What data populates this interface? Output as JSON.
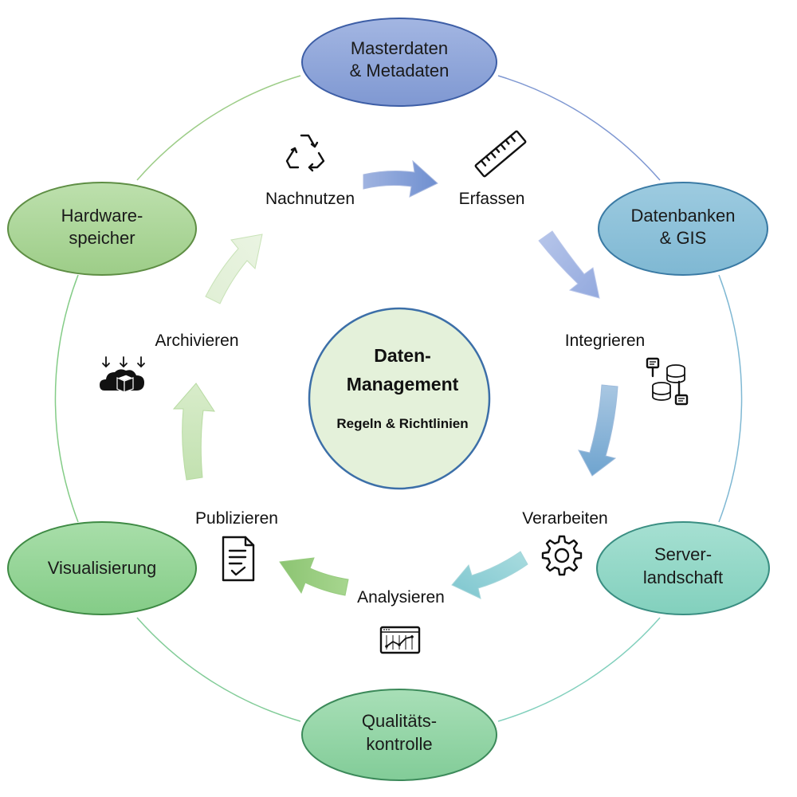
{
  "center": {
    "title_line1": "Daten-",
    "title_line2": "Management",
    "subtitle": "Regeln & Richtlinien"
  },
  "nodes": [
    {
      "id": "masterdaten",
      "line1": "Masterdaten",
      "line2": "& Metadaten"
    },
    {
      "id": "datenbanken",
      "line1": "Datenbanken",
      "line2": "& GIS"
    },
    {
      "id": "server",
      "line1": "Server-",
      "line2": "landschaft"
    },
    {
      "id": "qualitaet",
      "line1": "Qualitäts-",
      "line2": "kontrolle"
    },
    {
      "id": "visualisierung",
      "line1": "Visualisierung",
      "line2": ""
    },
    {
      "id": "hardware",
      "line1": "Hardware-",
      "line2": "speicher"
    }
  ],
  "steps": [
    {
      "id": "nachnutzen",
      "label": "Nachnutzen",
      "icon": "recycle-icon"
    },
    {
      "id": "erfassen",
      "label": "Erfassen",
      "icon": "ruler-icon"
    },
    {
      "id": "integrieren",
      "label": "Integrieren",
      "icon": "database-icon"
    },
    {
      "id": "verarbeiten",
      "label": "Verarbeiten",
      "icon": "gear-icon"
    },
    {
      "id": "analysieren",
      "label": "Analysieren",
      "icon": "chart-icon"
    },
    {
      "id": "publizieren",
      "label": "Publizieren",
      "icon": "document-check-icon"
    },
    {
      "id": "archivieren",
      "label": "Archivieren",
      "icon": "cloud-archive-icon"
    }
  ],
  "colors": {
    "masterdaten": "#8aa2d8",
    "datenbanken": "#8cc0d8",
    "server": "#8fd6c4",
    "qualitaet": "#8fd4a4",
    "visualisierung": "#93d496",
    "hardware": "#a9d494",
    "center_fill": "#e4f1da",
    "center_stroke": "#3c6fa8",
    "text": "#1a1a1a"
  }
}
